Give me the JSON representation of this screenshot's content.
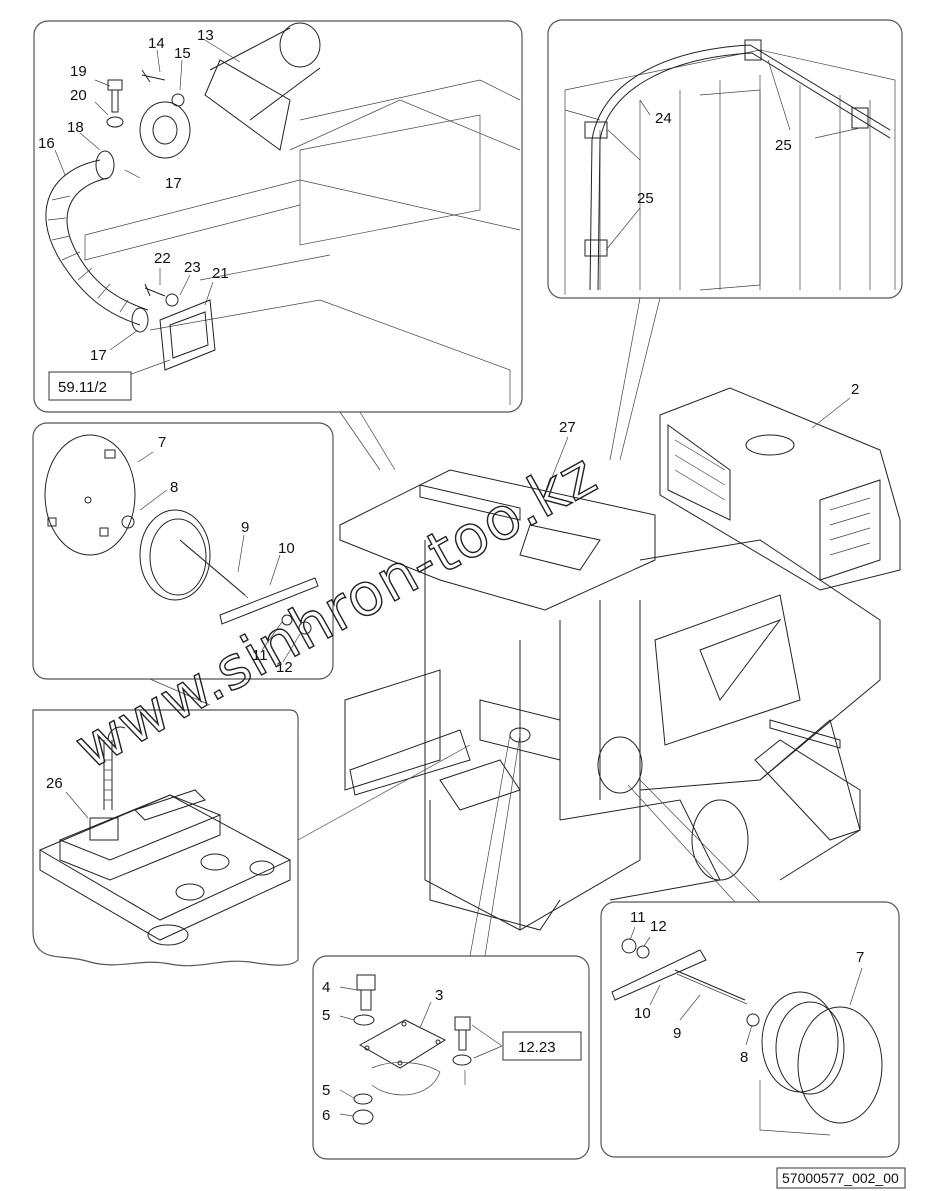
{
  "figure_id": "57000577_002_00",
  "watermark": "www.sinhron-too.kz",
  "ref_boxes": {
    "air_hose": "59.11/2",
    "bolts": "12.23"
  },
  "callouts": {
    "c1": "13",
    "c2": "14",
    "c3": "15",
    "c4": "19",
    "c5": "20",
    "c6": "18",
    "c7": "16",
    "c8": "17",
    "c9": "22",
    "c10": "23",
    "c11": "21",
    "c12": "17",
    "c13": "24",
    "c14": "25",
    "c15": "25",
    "c16": "2",
    "c17": "27",
    "c18": "7",
    "c19": "8",
    "c20": "9",
    "c21": "10",
    "c22": "11",
    "c23": "12",
    "c24": "26",
    "c25": "4",
    "c26": "3",
    "c27": "5",
    "c28": "5",
    "c29": "6",
    "c30": "11",
    "c31": "12",
    "c32": "7",
    "c33": "10",
    "c34": "9",
    "c35": "8"
  }
}
